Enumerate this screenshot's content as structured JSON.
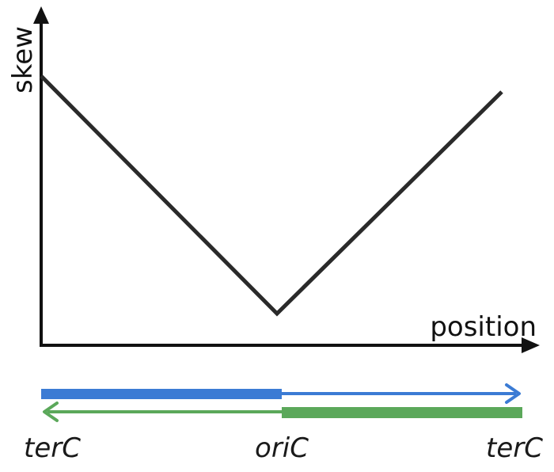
{
  "axes": {
    "y_label": "skew",
    "x_label": "position"
  },
  "chart_data": {
    "type": "line",
    "xlabel": "position",
    "ylabel": "skew",
    "x": [
      "terC",
      "oriC",
      "terC"
    ],
    "series": [
      {
        "values": [
          0.85,
          0.1,
          0.8
        ]
      }
    ]
  },
  "strands": {
    "top": {
      "color": "#3b7bd4",
      "direction": "right"
    },
    "bottom": {
      "color": "#5ba85a",
      "direction": "left"
    }
  },
  "loci": {
    "left": "terC",
    "middle": "oriC",
    "right": "terC"
  }
}
